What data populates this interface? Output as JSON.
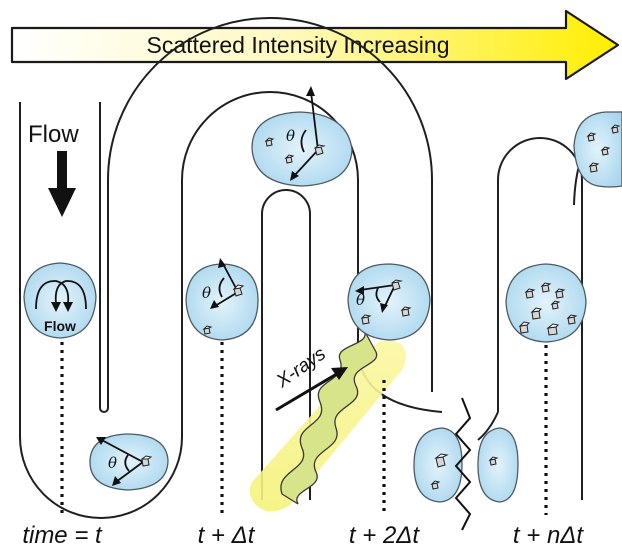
{
  "banner": {
    "text": "Scattered Intensity Increasing",
    "gradient_start": "#ffffff",
    "gradient_end": "#ffee00"
  },
  "labels": {
    "flow_main": "Flow",
    "flow_droplet": "Flow",
    "theta": "θ",
    "xrays": "X-rays"
  },
  "time_labels": [
    "time = t",
    "t + Δt",
    "t + 2Δt",
    "t + nΔt"
  ],
  "colors": {
    "droplet_fill": "#bfe2f4",
    "droplet_edge": "#4e5a63",
    "beam": "#f4f27a",
    "channel": "#1f1f1f"
  }
}
